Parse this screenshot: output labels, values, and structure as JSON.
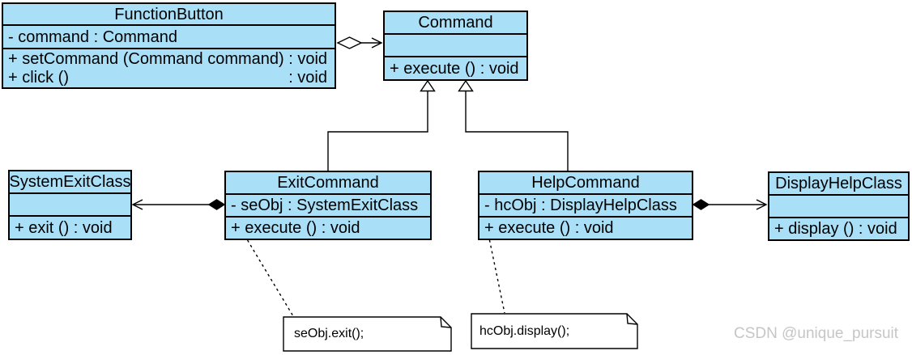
{
  "classes": {
    "function_button": {
      "title": "FunctionButton",
      "attributes": [
        "- command : Command"
      ],
      "methods": [
        {
          "text": "+ setCommand (Command command) : void",
          "right": ""
        },
        {
          "text": "+ click ()",
          "right": ": void"
        }
      ]
    },
    "command": {
      "title": "Command",
      "attributes": [],
      "methods": [
        {
          "text": "+ execute () : void"
        }
      ]
    },
    "system_exit_class": {
      "title": "SystemExitClass",
      "attributes": [],
      "methods": [
        {
          "text": "+ exit () : void"
        }
      ]
    },
    "exit_command": {
      "title": "ExitCommand",
      "attributes": [
        "- seObj : SystemExitClass"
      ],
      "methods": [
        {
          "text": "+ execute () : void"
        }
      ]
    },
    "help_command": {
      "title": "HelpCommand",
      "attributes": [
        "- hcObj : DisplayHelpClass"
      ],
      "methods": [
        {
          "text": "+ execute () : void"
        }
      ]
    },
    "display_help_class": {
      "title": "DisplayHelpClass",
      "attributes": [],
      "methods": [
        {
          "text": "+ display () : void"
        }
      ]
    }
  },
  "relationships": [
    {
      "type": "aggregation",
      "from": "FunctionButton",
      "to": "Command"
    },
    {
      "type": "generalization",
      "from": "ExitCommand",
      "to": "Command"
    },
    {
      "type": "generalization",
      "from": "HelpCommand",
      "to": "Command"
    },
    {
      "type": "composition",
      "from": "ExitCommand",
      "to": "SystemExitClass"
    },
    {
      "type": "composition",
      "from": "HelpCommand",
      "to": "DisplayHelpClass"
    },
    {
      "type": "note-anchor",
      "from": "ExitCommand.execute",
      "to": "note-seobj-exit"
    },
    {
      "type": "note-anchor",
      "from": "HelpCommand.execute",
      "to": "note-hcobj-display"
    }
  ],
  "notes": [
    {
      "text": "seObj.exit();"
    },
    {
      "text": "hcObj.display();"
    }
  ],
  "watermark": "CSDN @unique_pursuit",
  "colors": {
    "class_fill": "#A9DFF7",
    "stroke": "#000000",
    "watermark_text": "#C6C6C6"
  }
}
